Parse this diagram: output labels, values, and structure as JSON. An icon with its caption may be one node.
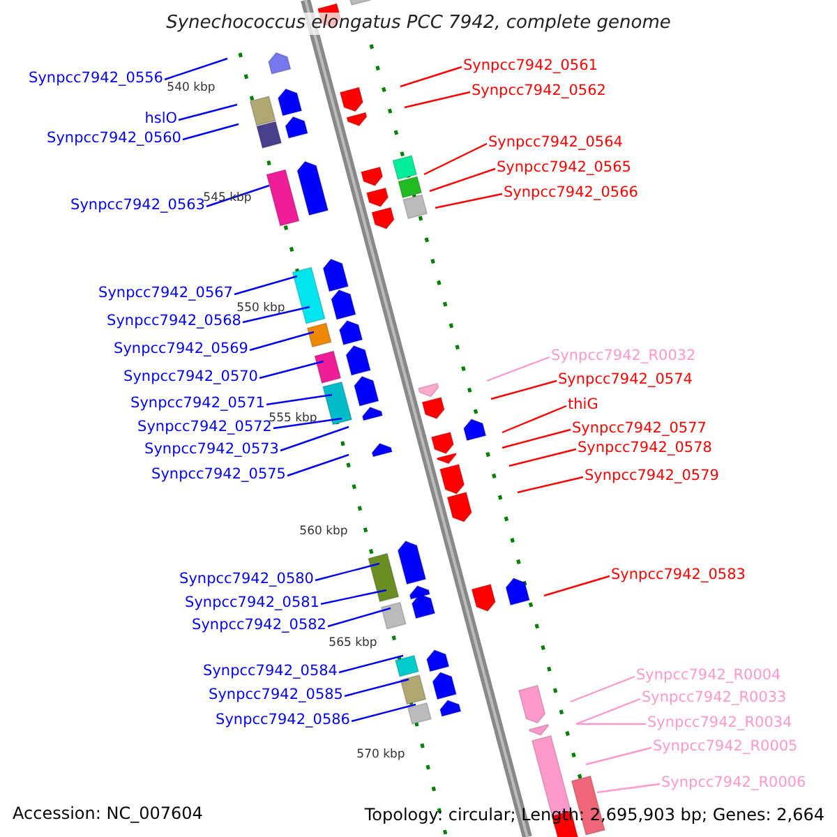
{
  "diagram": {
    "title": "Synechococcus elongatus PCC 7942, complete genome",
    "nodes": [
      {
        "text": [
          "Synpcc7942_0556"
        ]
      },
      {
        "text": [
          "hslO"
        ]
      },
      {
        "text": [
          "Synpcc7942_0560"
        ]
      },
      {
        "text": [
          "Synpcc7942_0563"
        ]
      },
      {
        "text": [
          "Synpcc7942_0567"
        ]
      },
      {
        "text": [
          "Synpcc7942_0568"
        ]
      },
      {
        "text": [
          "Synpcc7942_0569"
        ]
      },
      {
        "text": [
          "Synpcc7942_0570"
        ]
      },
      {
        "text": [
          "Synpcc7942_0571"
        ]
      },
      {
        "text": [
          "Synpcc7942_0572"
        ]
      },
      {
        "text": [
          "Synpcc7942_0573"
        ]
      },
      {
        "text": [
          "Synpcc7942_0575"
        ]
      },
      {
        "text": [
          "Synpcc7942_0580"
        ]
      },
      {
        "text": [
          "Synpcc7942_0581"
        ]
      },
      {
        "text": [
          "Synpcc7942_0582"
        ]
      },
      {
        "text": [
          "Synpcc7942_0584"
        ]
      },
      {
        "text": [
          "Synpcc7942_0585"
        ]
      },
      {
        "text": [
          "Synpcc7942_0586"
        ]
      },
      {
        "text": [
          "Synpcc7942_0561"
        ]
      },
      {
        "text": [
          "Synpcc7942_0562"
        ]
      },
      {
        "text": [
          "Synpcc7942_0564"
        ]
      },
      {
        "text": [
          "Synpcc7942_0565"
        ]
      },
      {
        "text": [
          "Synpcc7942_0566"
        ]
      },
      {
        "text": [
          "Synpcc7942_R0032"
        ]
      },
      {
        "text": [
          "Synpcc7942_0574"
        ]
      },
      {
        "text": [
          "thiG"
        ]
      },
      {
        "text": [
          "Synpcc7942_0577"
        ]
      },
      {
        "text": [
          "Synpcc7942_0578"
        ]
      },
      {
        "text": [
          "Synpcc7942_0579"
        ]
      },
      {
        "text": [
          "Synpcc7942_0583"
        ]
      },
      {
        "text": [
          "Synpcc7942_R0004"
        ]
      },
      {
        "text": [
          "Synpcc7942_R0033"
        ]
      },
      {
        "text": [
          "Synpcc7942_R0034"
        ]
      },
      {
        "text": [
          "Synpcc7942_R0005"
        ]
      },
      {
        "text": [
          "Synpcc7942_R0006"
        ]
      }
    ],
    "edges": [
      {
        "from": 0,
        "to": null,
        "arrow": "none"
      },
      {
        "from": 1,
        "to": null,
        "arrow": "none"
      },
      {
        "from": 2,
        "to": null,
        "arrow": "none"
      },
      {
        "from": 3,
        "to": null,
        "arrow": "none"
      },
      {
        "from": 4,
        "to": null,
        "arrow": "none"
      },
      {
        "from": 5,
        "to": null,
        "arrow": "none"
      },
      {
        "from": 6,
        "to": null,
        "arrow": "none"
      },
      {
        "from": 7,
        "to": null,
        "arrow": "none"
      },
      {
        "from": 8,
        "to": null,
        "arrow": "none"
      },
      {
        "from": 9,
        "to": null,
        "arrow": "none"
      },
      {
        "from": 10,
        "to": null,
        "arrow": "none"
      },
      {
        "from": 11,
        "to": null,
        "arrow": "none"
      },
      {
        "from": 12,
        "to": null,
        "arrow": "none"
      },
      {
        "from": 13,
        "to": null,
        "arrow": "none"
      },
      {
        "from": 14,
        "to": null,
        "arrow": "none"
      },
      {
        "from": 15,
        "to": null,
        "arrow": "none"
      },
      {
        "from": 16,
        "to": null,
        "arrow": "none"
      },
      {
        "from": 17,
        "to": null,
        "arrow": "none"
      },
      {
        "from": 18,
        "to": null,
        "arrow": "none",
        "color": "#ff0000"
      },
      {
        "from": 19,
        "to": null,
        "arrow": "none",
        "color": "#ff0000"
      },
      {
        "from": 20,
        "to": null,
        "arrow": "none",
        "color": "#ff0000"
      },
      {
        "from": 21,
        "to": null,
        "arrow": "none",
        "color": "#ff0000"
      },
      {
        "from": 22,
        "to": null,
        "arrow": "none",
        "color": "#ff0000"
      },
      {
        "from": 23,
        "to": null,
        "arrow": "none",
        "color": "#ff99cc"
      },
      {
        "from": 24,
        "to": null,
        "arrow": "none",
        "color": "#ff0000"
      },
      {
        "from": 25,
        "to": null,
        "arrow": "none",
        "color": "#ff0000"
      },
      {
        "from": 26,
        "to": null,
        "arrow": "none",
        "color": "#ff0000"
      },
      {
        "from": 27,
        "to": null,
        "arrow": "none",
        "color": "#ff0000"
      },
      {
        "from": 28,
        "to": null,
        "arrow": "none",
        "color": "#ff0000"
      },
      {
        "from": 29,
        "to": null,
        "arrow": "none",
        "color": "#ff0000"
      },
      {
        "from": 30,
        "to": null,
        "arrow": "none",
        "color": "#ff99cc"
      },
      {
        "from": 31,
        "to": null,
        "arrow": "none",
        "color": "#ff99cc"
      },
      {
        "from": 32,
        "to": null,
        "arrow": "none",
        "color": "#ff99cc"
      },
      {
        "from": 33,
        "to": null,
        "arrow": "none",
        "color": "#ff99cc"
      },
      {
        "from": 34,
        "to": null,
        "arrow": "none",
        "color": "#ff99cc"
      }
    ],
    "labels": [
      "540 kbp",
      "545 kbp",
      "550 kbp",
      "555 kbp",
      "560 kbp",
      "565 kbp",
      "570 kbp",
      "Accession: NC_007604",
      "Topology: circular; Length: 2,695,903 bp; Genes: 2,664"
    ]
  }
}
